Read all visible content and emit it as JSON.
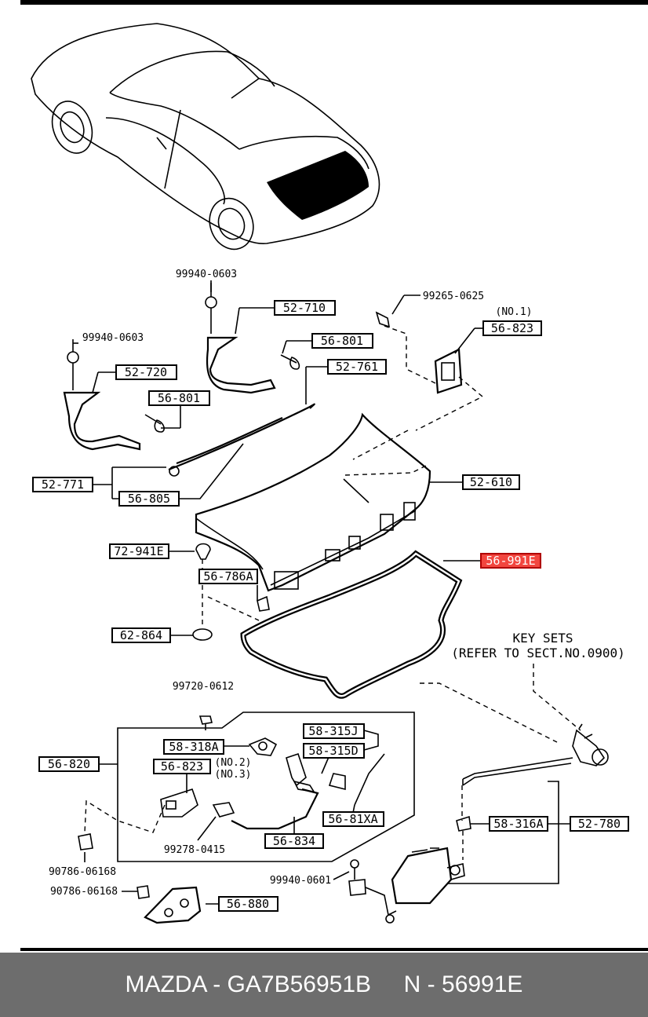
{
  "diagram": {
    "labels": {
      "p52_710": "52-710",
      "p56_801a": "56-801",
      "p52_720": "52-720",
      "p56_801b": "56-801",
      "p52_761": "52-761",
      "p56_823_no1": "56-823",
      "p52_771": "52-771",
      "p56_805": "56-805",
      "p52_610": "52-610",
      "p72_941e": "72-941E",
      "p56_786a": "56-786A",
      "p56_991e": "56-991E",
      "p62_864": "62-864",
      "p56_820": "56-820",
      "p58_318a": "58-318A",
      "p56_823_no23": "56-823",
      "p58_315j": "58-315J",
      "p58_315d": "58-315D",
      "p56_81xa": "56-81XA",
      "p56_834": "56-834",
      "p56_880": "56-880",
      "p58_316a": "58-316A",
      "p52_780": "52-780"
    },
    "part_numbers": {
      "n99940_0603_a": "99940-0603",
      "n99940_0603_b": "99940-0603",
      "n99265_0625": "99265-0625",
      "n99720_0612": "99720-0612",
      "n99278_0415": "99278-0415",
      "n90786_06168_a": "90786-06168",
      "n90786_06168_b": "90786-06168",
      "n99940_0601": "99940-0601"
    },
    "notes": {
      "no1": "(NO.1)",
      "no2": "(NO.2)",
      "no3": "(NO.3)",
      "key_sets_line1": "KEY SETS",
      "key_sets_line2": "(REFER TO SECT.NO.0900)"
    },
    "highlight_color": "#f2463f"
  },
  "footer": {
    "caption": "MAZDA - GA7B56951B     N - 56991E"
  }
}
